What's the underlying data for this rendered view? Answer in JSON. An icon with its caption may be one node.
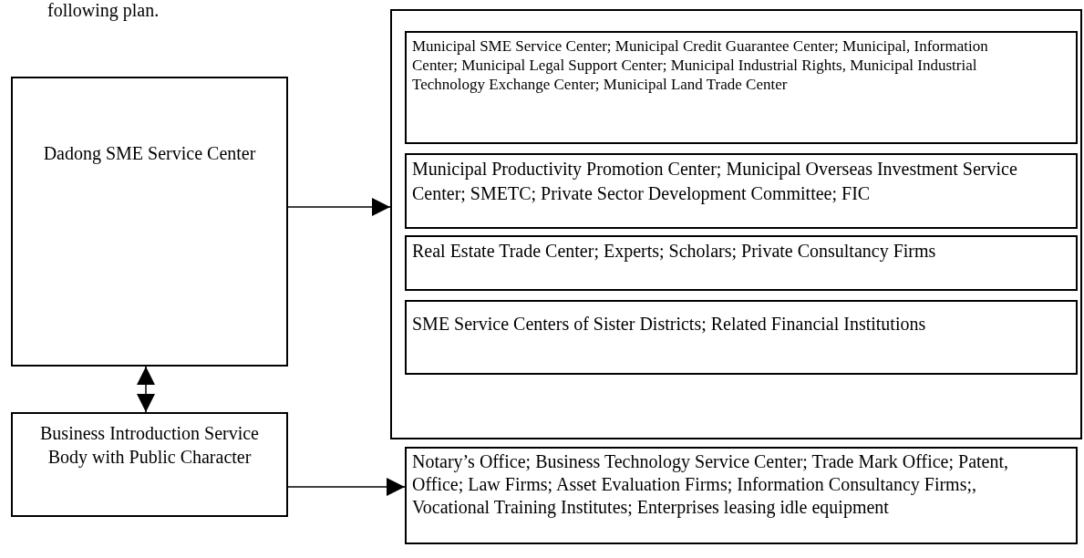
{
  "diagram": {
    "nodes": [
      {
        "text": [
          "Dadong SME Service Center"
        ]
      },
      {
        "text": [
          "Business Introduction Service Body with Public Character"
        ]
      },
      {
        "text": [],
        "shape": "box"
      },
      {
        "text": [
          "Municipal SME Service Center; Municipal Credit Guarantee Center; Municipal, Information Center; Municipal Legal Support Center; Municipal Industrial Rights, Municipal Industrial Technology Exchange Center; Municipal Land Trade Center"
        ],
        "in": 2
      },
      {
        "text": [
          "Municipal Productivity Promotion Center; Municipal Overseas Investment Service Center; SMETC; Private Sector Development Committee; FIC"
        ],
        "in": 2
      },
      {
        "text": [
          "Real Estate Trade Center; Experts; Scholars; Private Consultancy Firms"
        ],
        "in": 2
      },
      {
        "text": [
          "SME Service Centers of Sister Districts; Related Financial Institutions"
        ],
        "in": 2
      },
      {
        "text": [
          "Notary’s Office; Business Technology Service Center; Trade Mark Office; Patent, Office; Law Firms; Asset Evaluation Firms; Information Consultancy Firms;, Vocational Training Institutes; Enterprises leasing idle equipment"
        ]
      }
    ],
    "edges": [
      {
        "from": 0,
        "to": 2,
        "arrow": "to"
      },
      {
        "from": 0,
        "to": 1,
        "arrow": "both"
      },
      {
        "from": 1,
        "to": 7,
        "arrow": "to"
      }
    ],
    "labels": [
      "following plan."
    ]
  }
}
